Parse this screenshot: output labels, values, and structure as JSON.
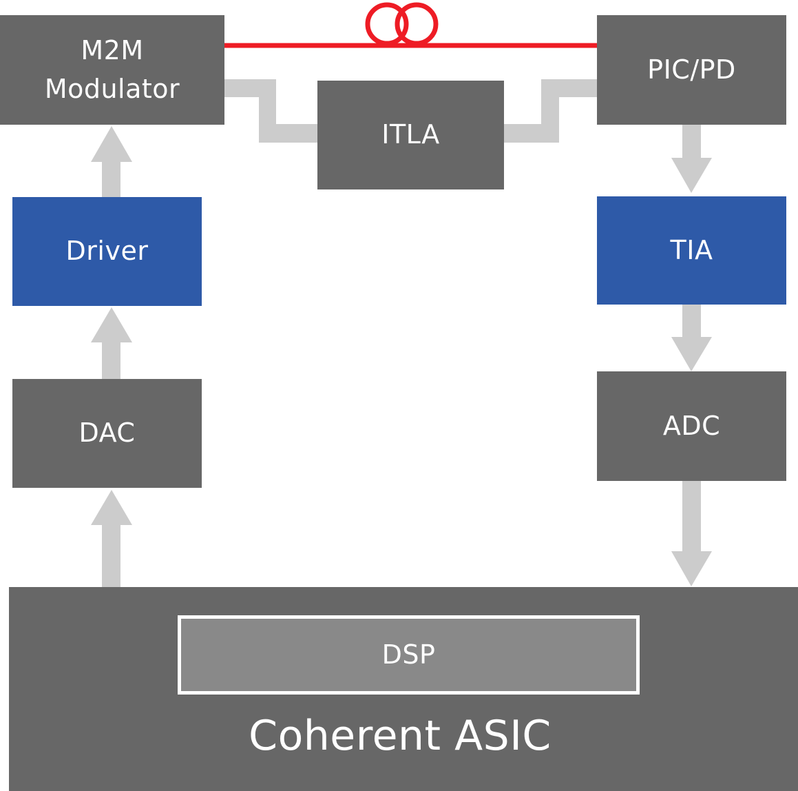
{
  "diagram": {
    "title": "Coherent optical transceiver block diagram",
    "colors": {
      "block_gray": "#676767",
      "block_blue": "#2e5aa8",
      "dsp_fill": "#898989",
      "connector": "#cccccc",
      "fiber": "#ee1c25",
      "text": "#ffffff"
    },
    "blocks": {
      "modulator": "M2M\nModulator",
      "itla": "ITLA",
      "pic_pd": "PIC/PD",
      "driver": "Driver",
      "tia": "TIA",
      "dac": "DAC",
      "adc": "ADC",
      "dsp": "DSP",
      "asic": "Coherent ASIC"
    },
    "connections": [
      {
        "from": "ASIC",
        "to": "DAC",
        "type": "arrow"
      },
      {
        "from": "DAC",
        "to": "Driver",
        "type": "arrow"
      },
      {
        "from": "Driver",
        "to": "M2M Modulator",
        "type": "arrow"
      },
      {
        "from": "ITLA",
        "to": "M2M Modulator",
        "type": "light-path"
      },
      {
        "from": "ITLA",
        "to": "PIC/PD",
        "type": "light-path"
      },
      {
        "from": "M2M Modulator",
        "to": "PIC/PD",
        "type": "fiber-loop"
      },
      {
        "from": "PIC/PD",
        "to": "TIA",
        "type": "arrow"
      },
      {
        "from": "TIA",
        "to": "ADC",
        "type": "arrow"
      },
      {
        "from": "ADC",
        "to": "ASIC",
        "type": "arrow"
      }
    ]
  }
}
